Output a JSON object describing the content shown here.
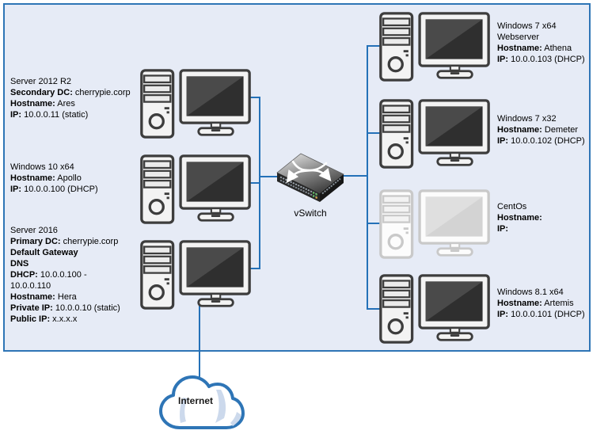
{
  "network": {
    "vswitch_label": "vSwitch",
    "internet_label": "Internet",
    "colors": {
      "container_fill": "#e6ebf6",
      "container_border": "#2e75b6",
      "wire": "#2471b8",
      "disabled_node": "#c9c9c9"
    },
    "left_nodes": [
      {
        "id": "ares",
        "disabled": false,
        "lines": [
          {
            "b": "",
            "t": "Server 2012 R2"
          },
          {
            "b": "Secondary DC:",
            "t": " cherrypie.corp"
          },
          {
            "b": "Hostname:",
            "t": " Ares"
          },
          {
            "b": "IP:",
            "t": " 10.0.0.11 (static)"
          }
        ]
      },
      {
        "id": "apollo",
        "disabled": false,
        "lines": [
          {
            "b": "",
            "t": "Windows 10 x64"
          },
          {
            "b": "Hostname:",
            "t": " Apollo"
          },
          {
            "b": "IP:",
            "t": " 10.0.0.100 (DHCP)"
          }
        ]
      },
      {
        "id": "hera",
        "disabled": false,
        "lines": [
          {
            "b": "",
            "t": "Server 2016"
          },
          {
            "b": "Primary DC:",
            "t": " cherrypie.corp"
          },
          {
            "b": "Default Gateway",
            "t": ""
          },
          {
            "b": "DNS",
            "t": ""
          },
          {
            "b": "DHCP:",
            "t": " 10.0.0.100 -"
          },
          {
            "b": "",
            "t": "10.0.0.110"
          },
          {
            "b": "Hostname:",
            "t": " Hera"
          },
          {
            "b": "Private IP:",
            "t": " 10.0.0.10 (static)"
          },
          {
            "b": "Public IP:",
            "t": " x.x.x.x"
          }
        ]
      }
    ],
    "right_nodes": [
      {
        "id": "athena",
        "disabled": false,
        "lines": [
          {
            "b": "",
            "t": "Windows 7 x64"
          },
          {
            "b": "",
            "t": "Webserver"
          },
          {
            "b": "Hostname:",
            "t": " Athena"
          },
          {
            "b": "IP:",
            "t": " 10.0.0.103 (DHCP)"
          }
        ]
      },
      {
        "id": "demeter",
        "disabled": false,
        "lines": [
          {
            "b": "",
            "t": "Windows 7 x32"
          },
          {
            "b": "Hostname:",
            "t": " Demeter"
          },
          {
            "b": "IP:",
            "t": " 10.0.0.102 (DHCP)"
          }
        ]
      },
      {
        "id": "centos",
        "disabled": true,
        "lines": [
          {
            "b": "",
            "t": "CentOs"
          },
          {
            "b": "Hostname:",
            "t": ""
          },
          {
            "b": "IP:",
            "t": ""
          }
        ]
      },
      {
        "id": "artemis",
        "disabled": false,
        "lines": [
          {
            "b": "",
            "t": "Windows 8.1 x64"
          },
          {
            "b": "Hostname:",
            "t": " Artemis"
          },
          {
            "b": "IP:",
            "t": " 10.0.0.101 (DHCP)"
          }
        ]
      }
    ]
  }
}
